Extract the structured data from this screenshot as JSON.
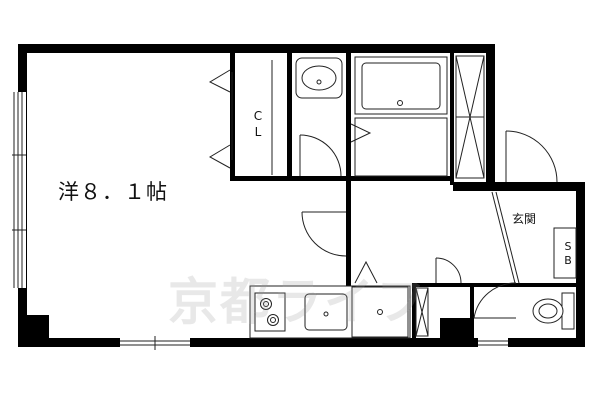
{
  "room_label": "洋８．１帖",
  "genkan_label": "玄関",
  "closet_label": [
    "C",
    "L"
  ],
  "shoebox_label": [
    "S",
    "B"
  ],
  "watermark": "京都ライフ",
  "colors": {
    "wall": "#000000",
    "line": "#222222",
    "background": "#ffffff"
  }
}
